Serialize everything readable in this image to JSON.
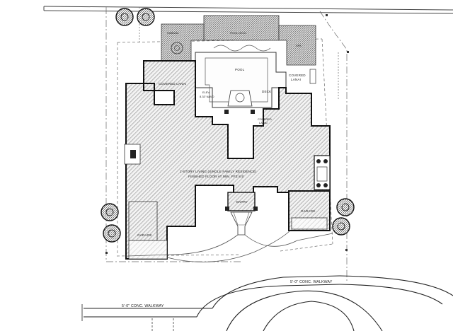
{
  "plan": {
    "rooms": {
      "pool": "POOL",
      "covered_lanai_left": "COVERED LANAI",
      "covered_lanai_right_line1": "COVERED",
      "covered_lanai_right_line2": "LANAI",
      "covered_lanai_center_line1": "COVERED",
      "covered_lanai_center_line2": "LANAI",
      "deck": "DECK",
      "garage_left": "GARAGE",
      "garage_right": "GARAGE",
      "entry": "ENTRY",
      "residence_line1": "2-STORY LIVING (SINGLE FAMILY RESIDENCE)",
      "residence_line2": "FINISHED FLOOR AT MIN. FFE 8.5'",
      "pool_deck_label": "POOL DECK",
      "cabana_label": "CABANA",
      "spa_label": "SPA",
      "elev_line1": "ELEV.",
      "elev_line2": "8.33' NAVD"
    },
    "walkways": {
      "left": "5'-0\" CONC. WALKWAY",
      "right": "5'-0\" CONC. WALKWAY"
    }
  }
}
